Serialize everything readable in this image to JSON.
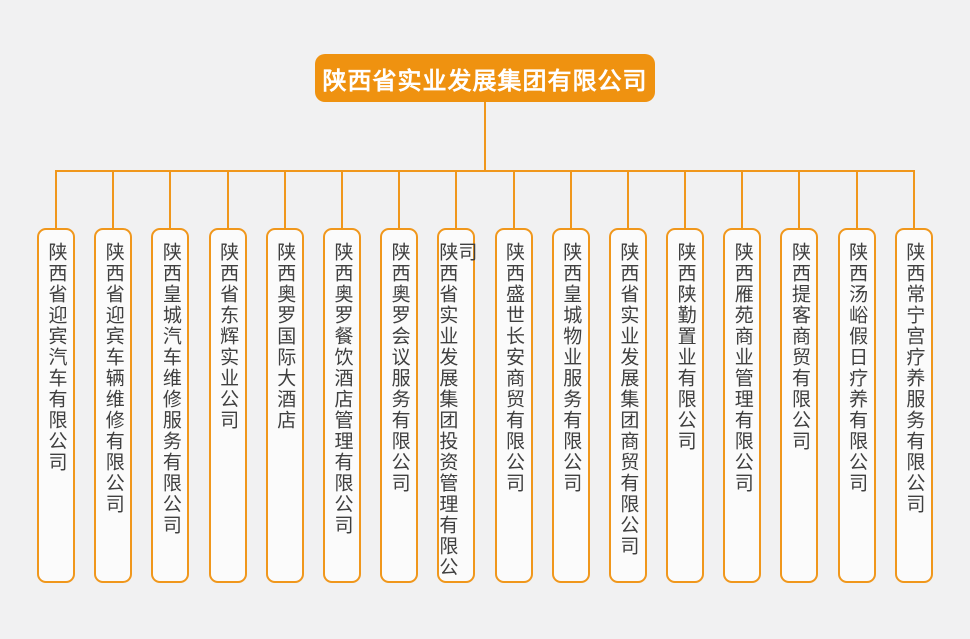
{
  "page": {
    "background": "#f1f1f2"
  },
  "org_chart": {
    "colors": {
      "page_bg": "#f1f1f2",
      "accent": "#ef9210",
      "line": "#f0971c",
      "node_bg": "#fbfbfb",
      "node_text": "#3f3f3f",
      "root_text": "#ffffff"
    },
    "root": {
      "name": "陕西省实业发展集团有限公司"
    },
    "children": [
      {
        "name": "陕西省迎宾汽车有限公司"
      },
      {
        "name": "陕西省迎宾车辆维修有限公司"
      },
      {
        "name": "陕西皇城汽车维修服务有限公司"
      },
      {
        "name": "陕西省东辉实业公司"
      },
      {
        "name": "陕西奥罗国际大酒店"
      },
      {
        "name": "陕西奥罗餐饮酒店管理有限公司"
      },
      {
        "name": "陕西奥罗会议服务有限公司"
      },
      {
        "name": "陕西省实业发展集团投资管理有限公司"
      },
      {
        "name": "陕西盛世长安商贸有限公司"
      },
      {
        "name": "陕西皇城物业服务有限公司"
      },
      {
        "name": "陕西省实业发展集团商贸有限公司"
      },
      {
        "name": "陕西陕勤置业有限公司"
      },
      {
        "name": "陕西雁苑商业管理有限公司"
      },
      {
        "name": "陕西提客商贸有限公司"
      },
      {
        "name": "陕西汤峪假日疗养有限公司"
      },
      {
        "name": "陕西常宁宫疗养服务有限公司"
      }
    ]
  }
}
